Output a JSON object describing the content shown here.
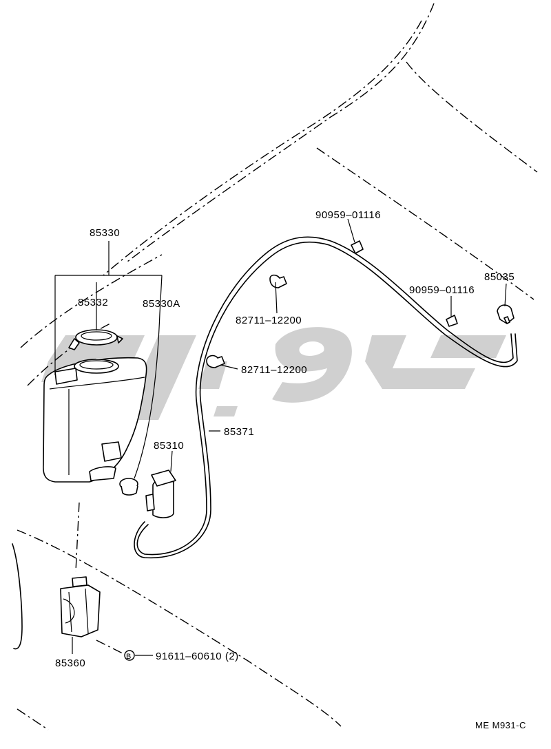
{
  "parts": {
    "p85330": "85330",
    "p85332": "85332",
    "p85330A": "85330A",
    "p90959a": "90959–01116",
    "p82711a": "82711–12200",
    "p82711b": "82711–12200",
    "p85035": "85035",
    "p90959b": "90959–01116",
    "p85371": "85371",
    "p85310": "85310",
    "p85360": "85360",
    "p91611": "91611–60610 (2)"
  },
  "bolt_marker": "B",
  "diagram_code": "ME M931-C"
}
